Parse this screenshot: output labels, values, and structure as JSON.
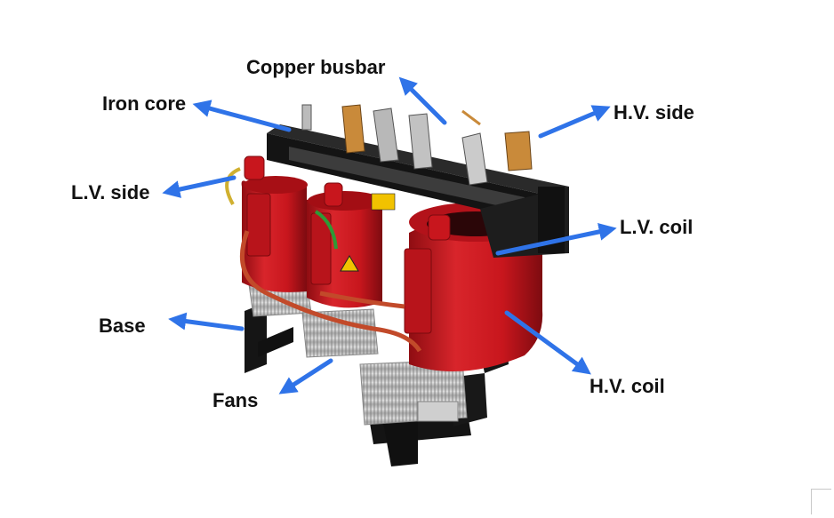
{
  "labels": {
    "copper_busbar": "Copper busbar",
    "iron_core": "Iron core",
    "hv_side": "H.V. side",
    "lv_side": "L.V. side",
    "lv_coil": "L.V. coil",
    "base": "Base",
    "fans": "Fans",
    "hv_coil": "H.V. coil"
  },
  "colors": {
    "arrow": "#2f73e8",
    "coil_red": "#c8161d",
    "core_black": "#1b1b1b",
    "fan_grey": "#b9b9b9",
    "label_text": "#111111"
  },
  "icons": {
    "warning": "high-voltage-warning-icon"
  }
}
